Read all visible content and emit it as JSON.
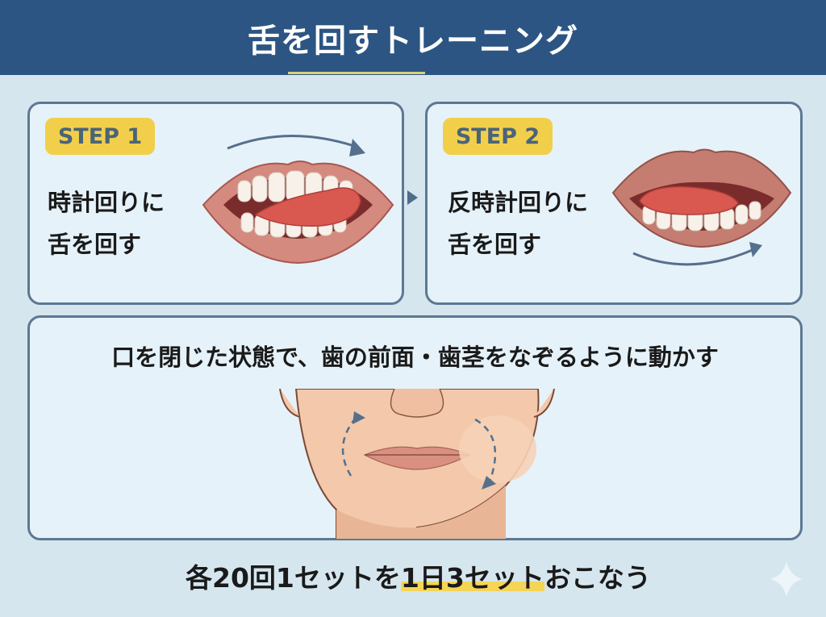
{
  "header": {
    "title": "舌を回すトレーニング"
  },
  "steps": [
    {
      "badge": "STEP 1",
      "line1": "時計回りに",
      "line2": "舌を回す",
      "icon": "mouth-clockwise-icon"
    },
    {
      "badge": "STEP 2",
      "line1": "反時計回りに",
      "line2": "舌を回す",
      "icon": "mouth-counterclockwise-icon"
    }
  ],
  "closed_mouth": {
    "instruction": "口を閉じた状態で、歯の前面・歯茎をなぞるように動かす",
    "icon": "face-closed-mouth-icon"
  },
  "footer": {
    "prefix": "各20回1セットを",
    "highlight": "1日3セット",
    "suffix": "おこなう"
  },
  "colors": {
    "header": "#2c5583",
    "badge": "#f2cf4b",
    "card_border": "#5c7893",
    "background": "#d6e6ef"
  }
}
